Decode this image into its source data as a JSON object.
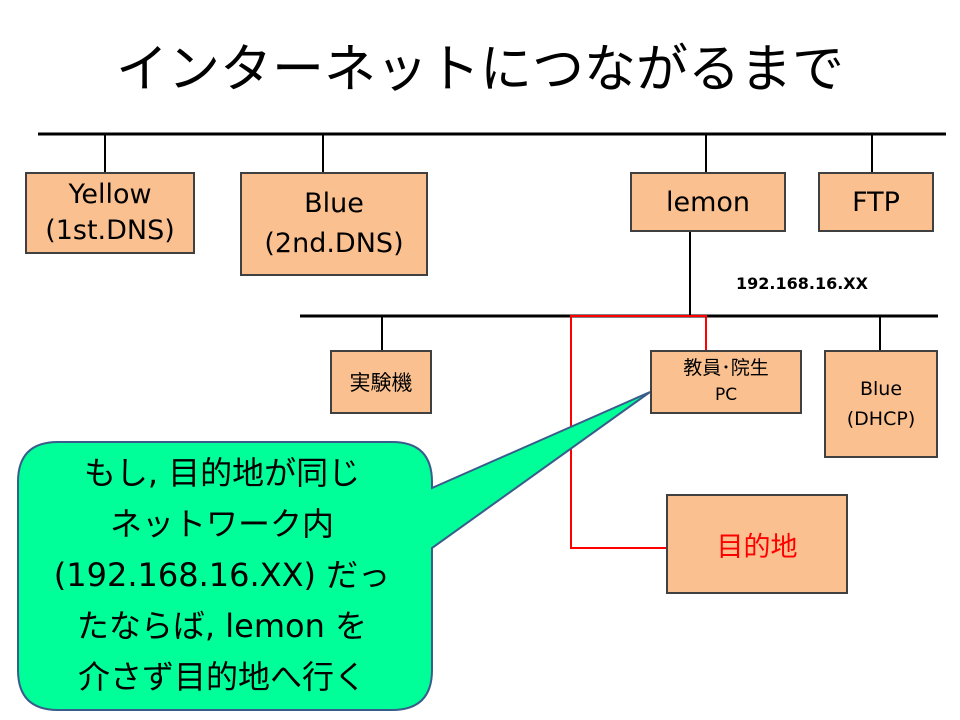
{
  "title": "インターネットにつながるまで",
  "nodes": {
    "yellow": {
      "line1": "Yellow",
      "line2": "(1st.DNS)"
    },
    "blue": {
      "line1": "Blue",
      "line2": "(2nd.DNS)"
    },
    "lemon": {
      "label": "lemon"
    },
    "ftp": {
      "label": "FTP"
    },
    "experiment": {
      "label": "実験機"
    },
    "staff_pc": {
      "line1": "教員･院生",
      "line2": "PC"
    },
    "dhcp": {
      "line1": "Blue",
      "line2": "(DHCP)"
    },
    "destination": {
      "label": "目的地"
    }
  },
  "subnet_label": "192.168.16.XX",
  "callout": {
    "lines": [
      "もし, 目的地が同じ",
      "ネットワーク内",
      "(192.168.16.XX) だっ",
      "たならば,  lemon を",
      "介さず目的地へ行く"
    ]
  },
  "colors": {
    "node_fill": "#fac090",
    "node_border": "#404040",
    "callout_fill": "#00ff99",
    "callout_border": "#385d8a",
    "route_line": "#ff0000",
    "destination_text": "#ff0000"
  }
}
